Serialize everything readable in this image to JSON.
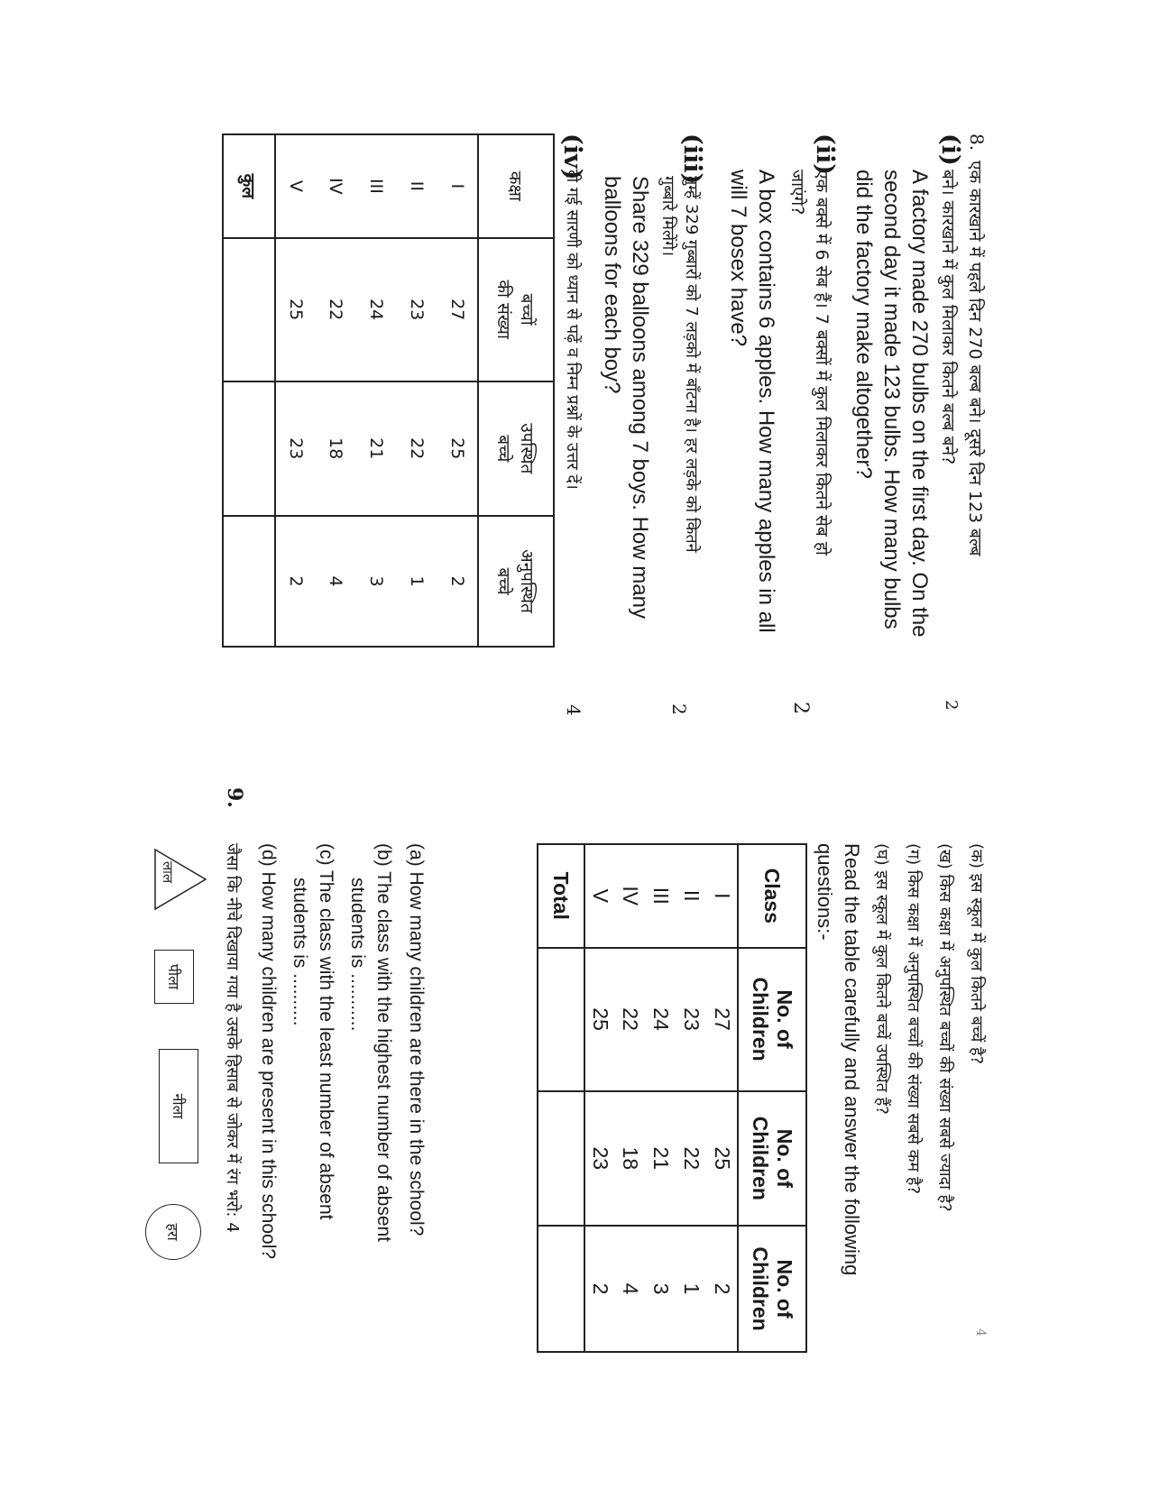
{
  "left_half": {
    "q8_number": "8.",
    "q8_intro_hi": "एक कारखाने में पहले दिन 270 बल्ब बने। दूसरे दिन 123 बल्ब",
    "q8_i": {
      "label": "(i)",
      "hindi": "बने। कारखाने में कुल मिलाकर कितने बल्ब बने?",
      "marks": "2",
      "english_1": "A factory made 270 bulbs on the first day. On the",
      "english_2": "second day it made 123 bulbs. How many bulbs",
      "english_3": "did the factory make altogether?"
    },
    "q8_ii": {
      "label": "(ii)",
      "hindi_1": "एक बक्से में 6 सेब हैं। 7 बक्सों में कुल मिलाकर कितने सेब हो",
      "hindi_2": "जाएंगे?",
      "marks": "2",
      "english_1": "A box contains 6 apples. How many apples in all",
      "english_2": "will 7 bosex have?"
    },
    "q8_iii": {
      "label": "(iii)",
      "hindi_1": "तुम्हें 329 गुब्बारों को 7 लड़को में बाँटना है। हर लड़के को कितने",
      "hindi_2": "गुब्बारे मिलेंगे।",
      "marks": "2",
      "english_1": "Share 329 balloons among 7 boys. How many",
      "english_2": "balloons for each boy?"
    },
    "q8_iv": {
      "label": "(iv)",
      "hindi": "दी गई सारणी को ध्यान से पढ़ें व निम्न प्रश्नों के उत्तर दें।",
      "marks": "4"
    },
    "hindi_table": {
      "headers": [
        [
          "कक्षा"
        ],
        [
          "बच्चों",
          "की संख्या"
        ],
        [
          "उपस्थित",
          "बच्चे"
        ],
        [
          "अनुपस्थित",
          "बच्चे"
        ]
      ],
      "rows": [
        [
          "I",
          "27",
          "25",
          "2"
        ],
        [
          "II",
          "23",
          "22",
          "1"
        ],
        [
          "III",
          "24",
          "21",
          "3"
        ],
        [
          "IV",
          "22",
          "18",
          "4"
        ],
        [
          "V",
          "25",
          "23",
          "2"
        ]
      ],
      "total_label": "कुल"
    }
  },
  "right_half": {
    "hindi_questions": [
      "(क) इस स्कूल में कुल कितने बच्चें है?",
      "(ख) किस कक्षा में अनुपस्थित बच्चों की संख्या सबसे ज्यादा है?",
      "(ग) किस कक्षा में अनुपस्थित बच्चों की संख्या सबसे कम है?",
      "(घ) इस स्कूल में कुल कितने बच्चें उपस्थित हैं?"
    ],
    "marks_4": "4",
    "read_table_1": "Read the table carefully and answer the following",
    "read_table_2": "questions:-",
    "english_table": {
      "headers": [
        [
          "Class"
        ],
        [
          "No. of",
          "Children"
        ],
        [
          "No. of",
          "Children"
        ],
        [
          "No. of",
          "Children"
        ]
      ],
      "rows": [
        [
          "I",
          "27",
          "25",
          "2"
        ],
        [
          "II",
          "23",
          "22",
          "1"
        ],
        [
          "III",
          "24",
          "21",
          "3"
        ],
        [
          "IV",
          "22",
          "18",
          "4"
        ],
        [
          "V",
          "25",
          "23",
          "2"
        ]
      ],
      "total_label": "Total"
    },
    "english_questions": {
      "a": "(a)  How many children are there in the school?",
      "b_1": "(b)  The class with the highest number of absent",
      "b_2": "students is ...........",
      "c_1": "(c)  The class with the least number of absent",
      "c_2": "students is ..........",
      "d": "(d)  How many children are present in this school?"
    },
    "q9": {
      "number": "9.",
      "text": "जैसा कि नीचे दिखाया गया है उसके हिसाब से जोकर में रंग भरो: 4",
      "shapes": {
        "triangle_label": "लाल",
        "small_rect_label": "पीला",
        "large_rect_label": "नीला",
        "circle_label": "हरा"
      }
    }
  }
}
